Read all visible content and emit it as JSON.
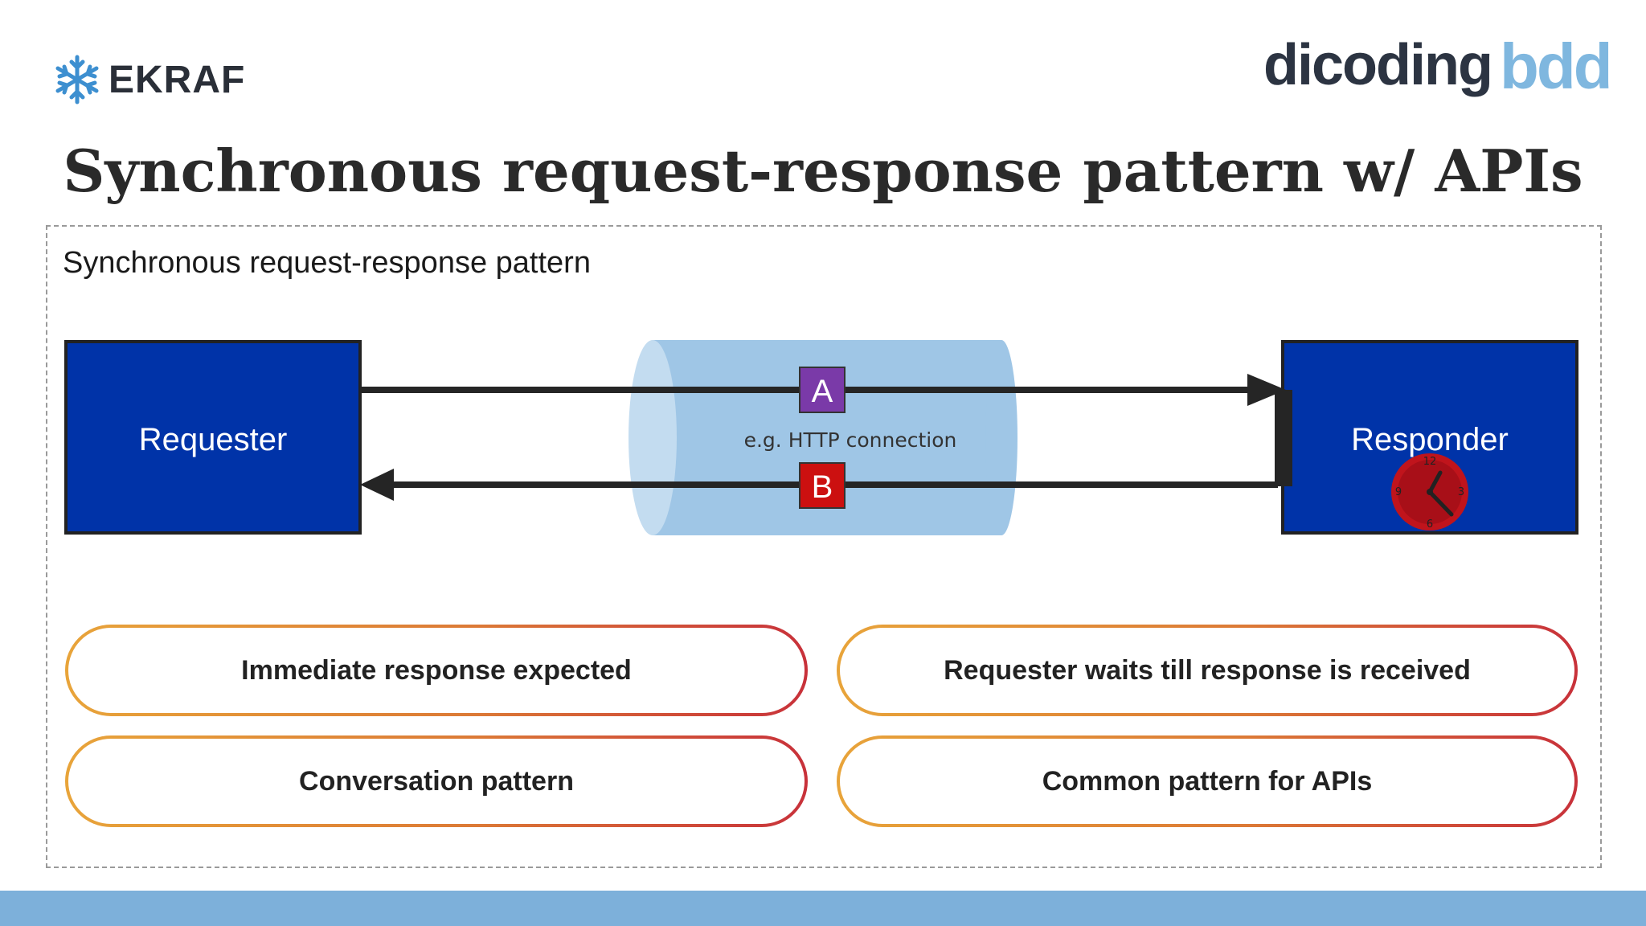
{
  "header": {
    "left_logo": {
      "text": "EKRAF",
      "icon": "snowflake-icon"
    },
    "right_logos": {
      "dicoding": "dicoding",
      "bdd": "bdd"
    }
  },
  "title": "Synchronous request-response pattern w/ APIs",
  "panel": {
    "subtitle": "Synchronous request-response pattern",
    "diagram": {
      "requester_label": "Requester",
      "responder_label": "Responder",
      "channel_label": "e.g. HTTP connection",
      "message_a": "A",
      "message_b": "B",
      "clock": {
        "icon": "clock-icon",
        "n12": "12",
        "n3": "3",
        "n6": "6",
        "n9": "9"
      },
      "colors": {
        "box_fill": "#0033a8",
        "cylinder": "#9fc6e6",
        "message_a": "#7a3aa8",
        "message_b": "#cc1010",
        "arrow": "#252525"
      }
    },
    "points": [
      "Immediate response expected",
      "Requester waits till response is received",
      "Conversation pattern",
      "Common pattern for APIs"
    ]
  }
}
